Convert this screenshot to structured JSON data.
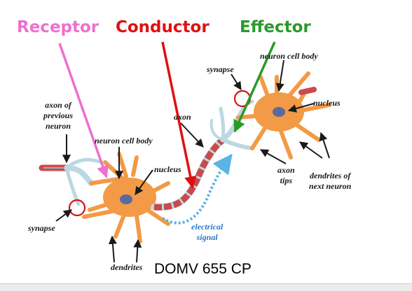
{
  "headers": {
    "receptor": "Receptor",
    "conductor": "Conductor",
    "effector": "Effector"
  },
  "labels": {
    "axon_prev_1": "axon of",
    "axon_prev_2": "previous",
    "axon_prev_3": "neuron",
    "neuron_cell_body_left": "neuron cell body",
    "nucleus_left": "nucleus",
    "synapse_left": "synapse",
    "dendrites": "dendrites",
    "axon": "axon",
    "synapse_right": "synapse",
    "neuron_cell_body_right": "neuron cell body",
    "nucleus_right": "nucleus",
    "axon_tips_1": "axon",
    "axon_tips_2": "tips",
    "dendrites_next_1": "dendrites of",
    "dendrites_next_2": "next neuron",
    "electrical_1": "electrical",
    "electrical_2": "signal"
  },
  "caption": "DOMV 655 CP",
  "colors": {
    "receptor": "#ee6fcf",
    "conductor": "#e01010",
    "effector": "#2a9a2a",
    "cell_body": "#f29a45",
    "axon_segment": "#c94b4b",
    "dendrite": "#bcd8e2",
    "signal": "#5ab4e6",
    "nucleus": "#5a6aa0"
  }
}
